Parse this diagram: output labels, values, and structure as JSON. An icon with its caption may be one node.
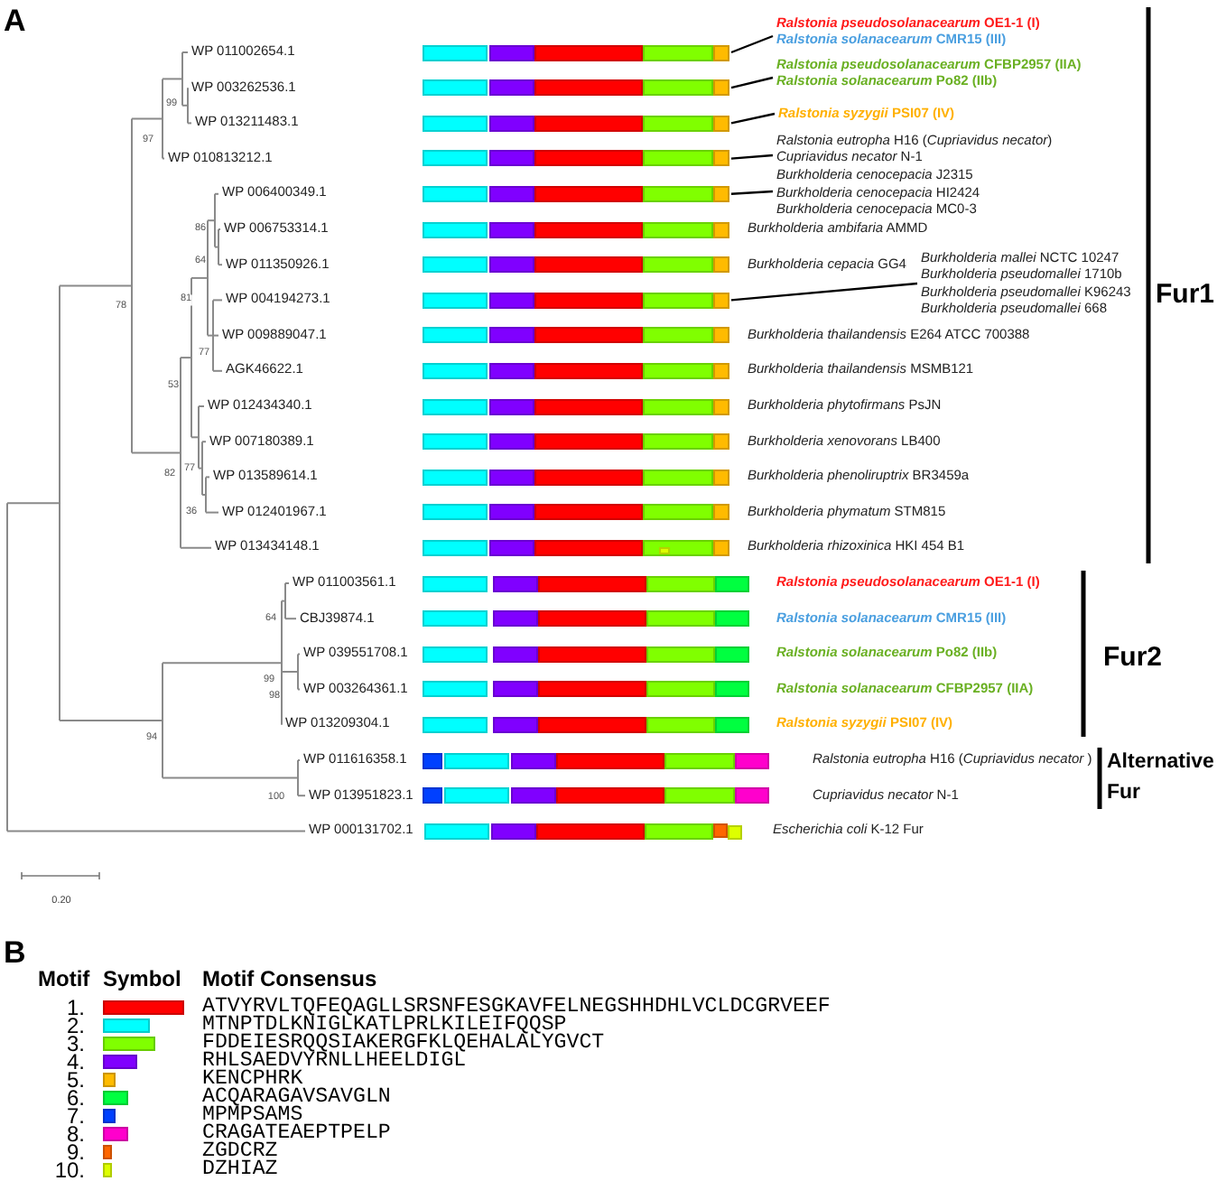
{
  "diagram": {
    "nodes": [
      {
        "text": [
          "*Ralstonia pseudosolanacearum* OE1-1 (I)",
          "*Ralstonia solanacearum* CMR15 (III)"
        ]
      },
      {
        "text": [
          "*Ralstonia pseudosolanacearum* CFBP2957 (IIA)",
          "*Ralstonia solanacearum* Po82 (IIb)"
        ]
      },
      {
        "text": [
          "*Ralstonia syzygii* PSI07 (IV)"
        ]
      },
      {
        "text": [
          "*Ralstonia eutropha* H16 (*Cupriavidus necator*)",
          "*Cupriavidus necator* N-1"
        ]
      },
      {
        "text": [
          "*Burkholderia cenocepacia* J2315",
          "*Burkholderia cenocepacia* HI2424",
          "*Burkholderia cenocepacia* MC0-3"
        ]
      },
      {
        "text": [
          "*Burkholderia mallei* NCTC 10247",
          "*Burkholderia pseudomallei* 1710b",
          "*Burkholderia pseudomallei* K96243",
          "*Burkholderia pseudomallei* 668"
        ]
      },
      {
        "text": [],
        "shape": "bar"
      },
      {
        "text": [],
        "shape": "bar"
      },
      {
        "text": [],
        "shape": "bar"
      },
      {
        "text": [],
        "shape": "bar"
      },
      {
        "text": [],
        "shape": "bar"
      },
      {
        "text": [],
        "shape": "bar"
      }
    ],
    "edges": [
      {
        "from": 0,
        "to": 6,
        "arrow": "none"
      },
      {
        "from": 1,
        "to": 7,
        "arrow": "none"
      },
      {
        "from": 2,
        "to": 8,
        "arrow": "none"
      },
      {
        "from": 3,
        "to": 9,
        "arrow": "none"
      },
      {
        "from": 4,
        "to": 10,
        "arrow": "none"
      },
      {
        "from": 5,
        "to": 11,
        "arrow": "none"
      }
    ],
    "labels": [
      "A",
      "WP 011002654.1",
      "WP 003262536.1",
      "WP 013211483.1",
      "WP 010813212.1",
      "WP 006400349.1",
      "WP 006753314.1",
      "WP 011350926.1",
      "WP 004194273.1",
      "WP 009889047.1",
      "AGK46622.1",
      "WP 012434340.1",
      "WP 007180389.1",
      "WP 013589614.1",
      "WP 012401967.1",
      "WP 013434148.1",
      "WP 011003561.1",
      "CBJ39874.1",
      "WP 039551708.1",
      "WP 003264361.1",
      "WP 013209304.1",
      "WP 011616358.1",
      "WP 013951823.1",
      "WP 000131702.1",
      "99",
      "97",
      "86",
      "64",
      "81",
      "78",
      "77",
      "53",
      "82",
      "77",
      "36",
      "64",
      "99",
      "98",
      "94",
      "100",
      "*Burkholderia ambifaria* AMMD",
      "*Burkholderia cepacia* GG4",
      "*Burkholderia thailandensis* E264 ATCC 700388",
      "*Burkholderia thailandensis* MSMB121",
      "*Burkholderia phytofirmans* PsJN",
      "*Burkholderia xenovorans* LB400",
      "*Burkholderia phenoliruptrix* BR3459a",
      "*Burkholderia phymatum* STM815",
      "*Burkholderia rhizoxinica* HKI 454 B1",
      "*Ralstonia pseudosolanacearum* OE1-1 (I)",
      "*Ralstonia solanacearum* CMR15 (III)",
      "*Ralstonia solanacearum* Po82 (IIb)",
      "*Ralstonia solanacearum* CFBP2957 (IIA)",
      "*Ralstonia syzygii* PSI07 (IV)",
      "*Ralstonia eutropha* H16 (*Cupriavidus necator* )",
      "*Cupriavidus necator* N-1",
      "*Escherichia coli* K-12 Fur",
      "Fur1",
      "Fur2",
      "Alternative Fur",
      "0.20",
      "B",
      "Motif",
      "Symbol",
      "Motif Consensus",
      "1.",
      "2.",
      "3.",
      "4.",
      "5.",
      "6.",
      "7.",
      "8.",
      "9.",
      "10."
    ],
    "legend": [
      {
        "text": "ATVYRVLTQFEQAGLLSRSNFESGKAVFELNEGSHHDHLVCLDCGRVEEF",
        "color": "#ff0000"
      },
      {
        "text": "MTNPTDLKNIGLKATLPRLKILEIFQQSP",
        "color": "#00ffff"
      },
      {
        "text": "FDDEIESRQQSIAKERGFKLQEHALALYGVCT",
        "color": "#80ff00"
      },
      {
        "text": "RHLSAEDVYRNLLHEELDIGL",
        "color": "#8000ff"
      },
      {
        "text": "KENCPHRK",
        "color": "#ffbb00"
      },
      {
        "text": "ACQARAGAVSAVGLN",
        "color": "#00ff40"
      },
      {
        "text": "MPMPSAMS",
        "color": "#0040ff"
      },
      {
        "text": "CRAGATEAEPTPELP",
        "color": "#ff00cc"
      },
      {
        "text": "ZGDCRZ",
        "color": "#ff6600"
      },
      {
        "text": "DZHIAZ",
        "color": "#ddff00"
      }
    ]
  }
}
